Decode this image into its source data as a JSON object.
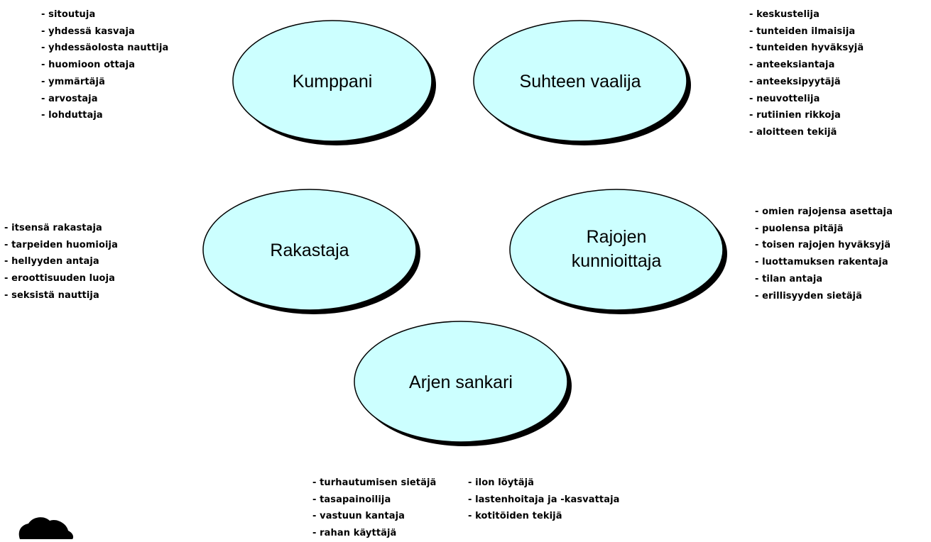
{
  "roles": [
    {
      "name": "Kumppani",
      "traits": [
        "- sitoutuja",
        "- yhdessä kasvaja",
        "- yhdessäolosta nauttija",
        "- huomioon ottaja",
        "- ymmärtäjä",
        "- arvostaja",
        "- lohduttaja"
      ]
    },
    {
      "name": "Suhteen vaalija",
      "traits": [
        "- keskustelija",
        "- tunteiden ilmaisija",
        "- tunteiden hyväksyjä",
        "- anteeksiantaja",
        "- anteeksipyytäjä",
        "- neuvottelija",
        "- rutiinien rikkoja",
        "- aloitteen tekijä"
      ]
    },
    {
      "name": "Rakastaja",
      "traits": [
        "- itsensä rakastaja",
        "- tarpeiden huomioija",
        "- hellyyden antaja",
        "- eroottisuuden luoja",
        "- seksistä nauttija"
      ]
    },
    {
      "name_lines": [
        "Rajojen",
        "kunnioittaja"
      ],
      "traits": [
        "- omien rajojensa asettaja",
        "- puolensa pitäjä",
        "- toisen rajojen hyväksyjä",
        "- luottamuksen rakentaja",
        "- tilan antaja",
        "- erillisyyden sietäjä"
      ]
    },
    {
      "name": "Arjen sankari",
      "traits_col1": [
        "- turhautumisen sietäjä",
        "- tasapainoilija",
        "- vastuun kantaja",
        "- rahan käyttäjä"
      ],
      "traits_col2": [
        "- ilon löytäjä",
        "- lastenhoitaja ja -kasvattaja",
        "- kotitöiden tekijä"
      ]
    }
  ],
  "colors": {
    "ellipse_fill": "#ccffff",
    "ellipse_stroke": "#000000",
    "shadow": "#000000"
  }
}
